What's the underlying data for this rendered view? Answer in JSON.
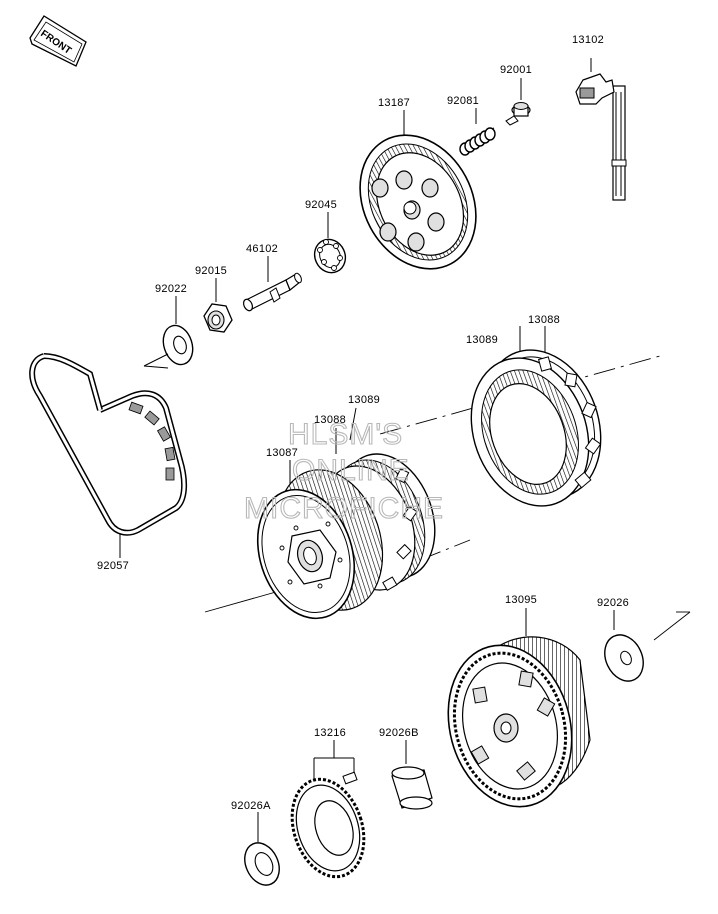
{
  "direction_badge": {
    "text": "FRONT"
  },
  "watermark": {
    "line1": "HLSM'S",
    "line2": "ONLINE",
    "line3": "MICROFICHE"
  },
  "parts": [
    {
      "id": "p13102",
      "number": "13102"
    },
    {
      "id": "p92001",
      "number": "92001"
    },
    {
      "id": "p92081",
      "number": "92081"
    },
    {
      "id": "p13187",
      "number": "13187"
    },
    {
      "id": "p92045",
      "number": "92045"
    },
    {
      "id": "p46102",
      "number": "46102"
    },
    {
      "id": "p92015",
      "number": "92015"
    },
    {
      "id": "p92022",
      "number": "92022"
    },
    {
      "id": "p13088a",
      "number": "13088"
    },
    {
      "id": "p13089a",
      "number": "13089"
    },
    {
      "id": "p13089b",
      "number": "13089"
    },
    {
      "id": "p13088b",
      "number": "13088"
    },
    {
      "id": "p13087",
      "number": "13087"
    },
    {
      "id": "p92057",
      "number": "92057"
    },
    {
      "id": "p13095",
      "number": "13095"
    },
    {
      "id": "p92026",
      "number": "92026"
    },
    {
      "id": "p13216",
      "number": "13216"
    },
    {
      "id": "p92026B",
      "number": "92026B"
    },
    {
      "id": "p92026A",
      "number": "92026A"
    }
  ]
}
